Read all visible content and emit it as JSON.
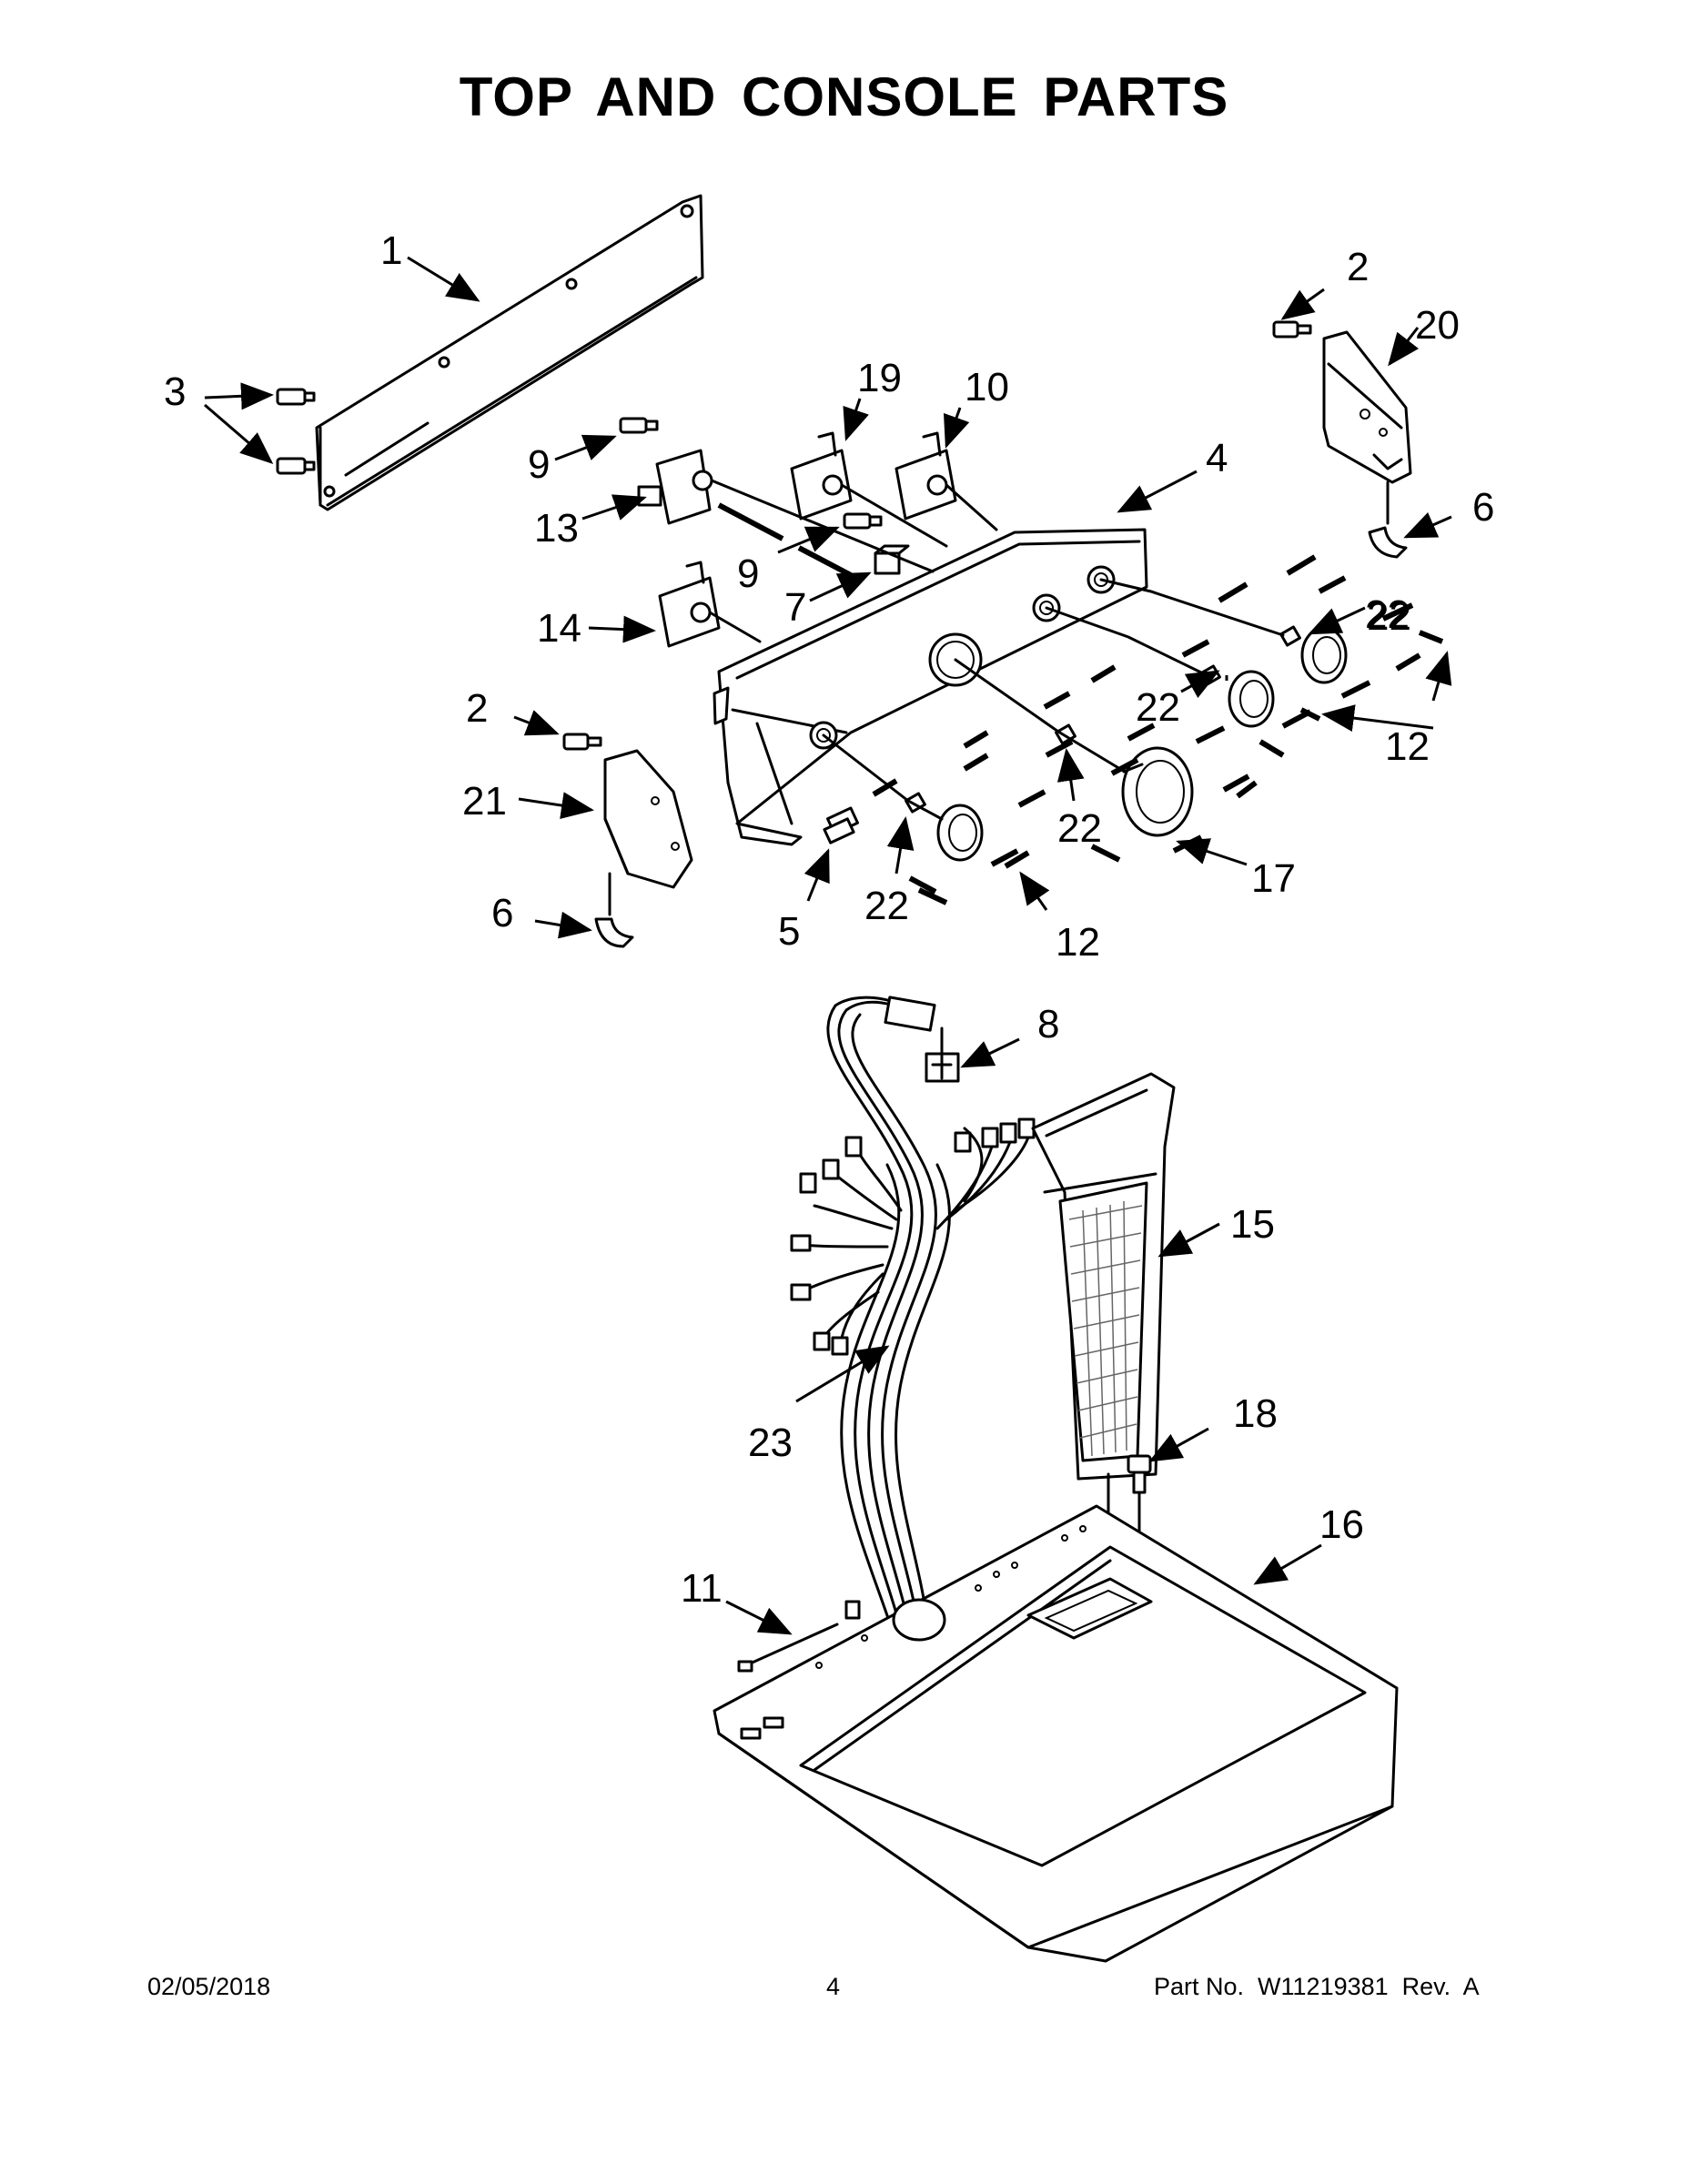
{
  "title": "TOP AND CONSOLE PARTS",
  "footer": {
    "date": "02/05/2018",
    "page": "4",
    "part_number": "Part No.  W11219381  Rev.  A"
  },
  "callouts": [
    {
      "id": "c1",
      "label": "1"
    },
    {
      "id": "c2a",
      "label": "2"
    },
    {
      "id": "c2b",
      "label": "2"
    },
    {
      "id": "c3",
      "label": "3"
    },
    {
      "id": "c4",
      "label": "4"
    },
    {
      "id": "c5",
      "label": "5"
    },
    {
      "id": "c6a",
      "label": "6"
    },
    {
      "id": "c6b",
      "label": "6"
    },
    {
      "id": "c7",
      "label": "7"
    },
    {
      "id": "c8",
      "label": "8"
    },
    {
      "id": "c9a",
      "label": "9"
    },
    {
      "id": "c9b",
      "label": "9"
    },
    {
      "id": "c10",
      "label": "10"
    },
    {
      "id": "c11",
      "label": "11"
    },
    {
      "id": "c12a",
      "label": "12"
    },
    {
      "id": "c12b",
      "label": "12"
    },
    {
      "id": "c13",
      "label": "13"
    },
    {
      "id": "c14",
      "label": "14"
    },
    {
      "id": "c15",
      "label": "15"
    },
    {
      "id": "c16",
      "label": "16"
    },
    {
      "id": "c17",
      "label": "17"
    },
    {
      "id": "c18",
      "label": "18"
    },
    {
      "id": "c19",
      "label": "19"
    },
    {
      "id": "c20",
      "label": "20"
    },
    {
      "id": "c21",
      "label": "21"
    },
    {
      "id": "c22a",
      "label": "22"
    },
    {
      "id": "c22b",
      "label": "22"
    },
    {
      "id": "c22c",
      "label": "22"
    },
    {
      "id": "c22d",
      "label": "22"
    },
    {
      "id": "c22e",
      "label": "22"
    },
    {
      "id": "c23",
      "label": "23"
    }
  ]
}
